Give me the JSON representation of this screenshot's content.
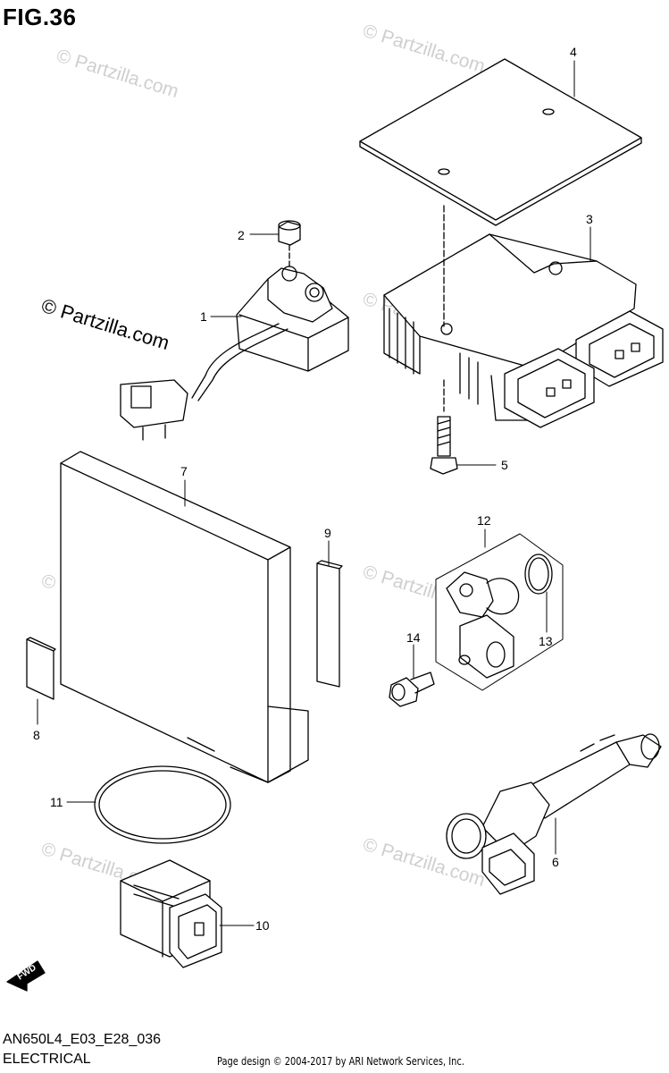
{
  "figure": {
    "title": "FIG.36",
    "code": "AN650L4_E03_E28_036",
    "caption": "ELECTRICAL",
    "credit": "Page design © 2004-2017 by ARI Network Services, Inc."
  },
  "callouts": [
    "1",
    "2",
    "3",
    "4",
    "5",
    "6",
    "7",
    "8",
    "9",
    "10",
    "11",
    "12",
    "13",
    "14"
  ],
  "watermark": {
    "text": "© Partzilla.com"
  },
  "direction_arrow": {
    "label": "FWD"
  },
  "colors": {
    "line": "#000000",
    "background": "#ffffff",
    "watermark": "#cfcfcf"
  }
}
